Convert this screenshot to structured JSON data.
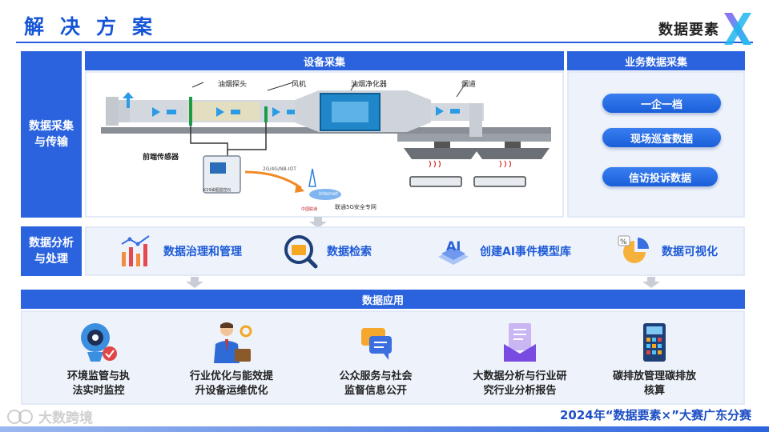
{
  "header": {
    "title": "解决方案",
    "brand": "数据要素"
  },
  "sections": {
    "collection": {
      "label": "数据采集与传输",
      "device_title": "设备采集",
      "biz_title": "业务数据采集",
      "biz_items": [
        "一企一档",
        "现场巡查数据",
        "信访投诉数据"
      ],
      "diagram": {
        "probe": "油烟探头",
        "fan": "风机",
        "purifier": "油烟净化器",
        "duct": "烟道",
        "sensor": "前端传感器",
        "network": "2G/4G/NB-IOT",
        "private_net": "联通5G安全专网",
        "unicom": "中国联通",
        "device": "K29油烟监控仪",
        "internet": "Internet"
      }
    },
    "analysis": {
      "label": "数据分析与处理",
      "items": [
        {
          "label": "数据治理和管理",
          "icon": "bar-chart-icon"
        },
        {
          "label": "数据检索",
          "icon": "search-folder-icon"
        },
        {
          "label": "创建AI事件模型库",
          "icon": "ai-chip-icon"
        },
        {
          "label": "数据可视化",
          "icon": "pie-chart-icon"
        }
      ]
    },
    "application": {
      "title": "数据应用",
      "items": [
        {
          "line1": "环境监管与执",
          "line2": "法实时监控",
          "icon": "camera-check-icon"
        },
        {
          "line1": "行业优化与能效提",
          "line2": "升设备运维优化",
          "icon": "businessman-icon"
        },
        {
          "line1": "公众服务与社会",
          "line2": "监督信息公开",
          "icon": "chat-bubble-icon"
        },
        {
          "line1": "大数据分析与行业研",
          "line2": "究行业分析报告",
          "icon": "report-icon"
        },
        {
          "line1": "碳排放管理碳排放",
          "line2": "核算",
          "icon": "calculator-icon"
        }
      ]
    }
  },
  "footer": {
    "text": "2024年“数据要素×”大赛广东分赛",
    "watermark": "大数跨境"
  },
  "colors": {
    "primary": "#2b63de",
    "title": "#1656d6",
    "panel_bg": "#eef3fb"
  }
}
